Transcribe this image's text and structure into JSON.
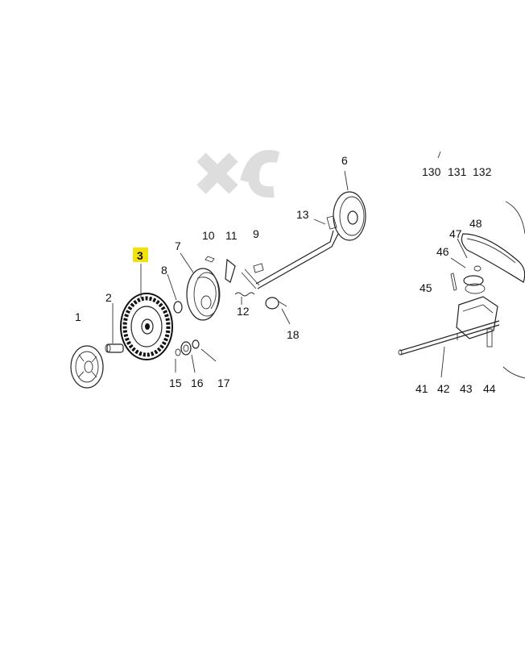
{
  "diagram": {
    "highlighted_part": "3",
    "highlight_color": "#f2e20a",
    "labels": {
      "p1": "1",
      "p2": "2",
      "p3": "3",
      "p6": "6",
      "p7": "7",
      "p8": "8",
      "p9": "9",
      "p10": "10",
      "p11": "11",
      "p12": "12",
      "p13": "13",
      "p15": "15",
      "p16": "16",
      "p17": "17",
      "p18": "18",
      "p41": "41",
      "p42": "42",
      "p43": "43",
      "p44": "44",
      "p45": "45",
      "p46": "46",
      "p47": "47",
      "p48": "48",
      "p130": "130",
      "p131": "131",
      "p132": "132"
    }
  }
}
